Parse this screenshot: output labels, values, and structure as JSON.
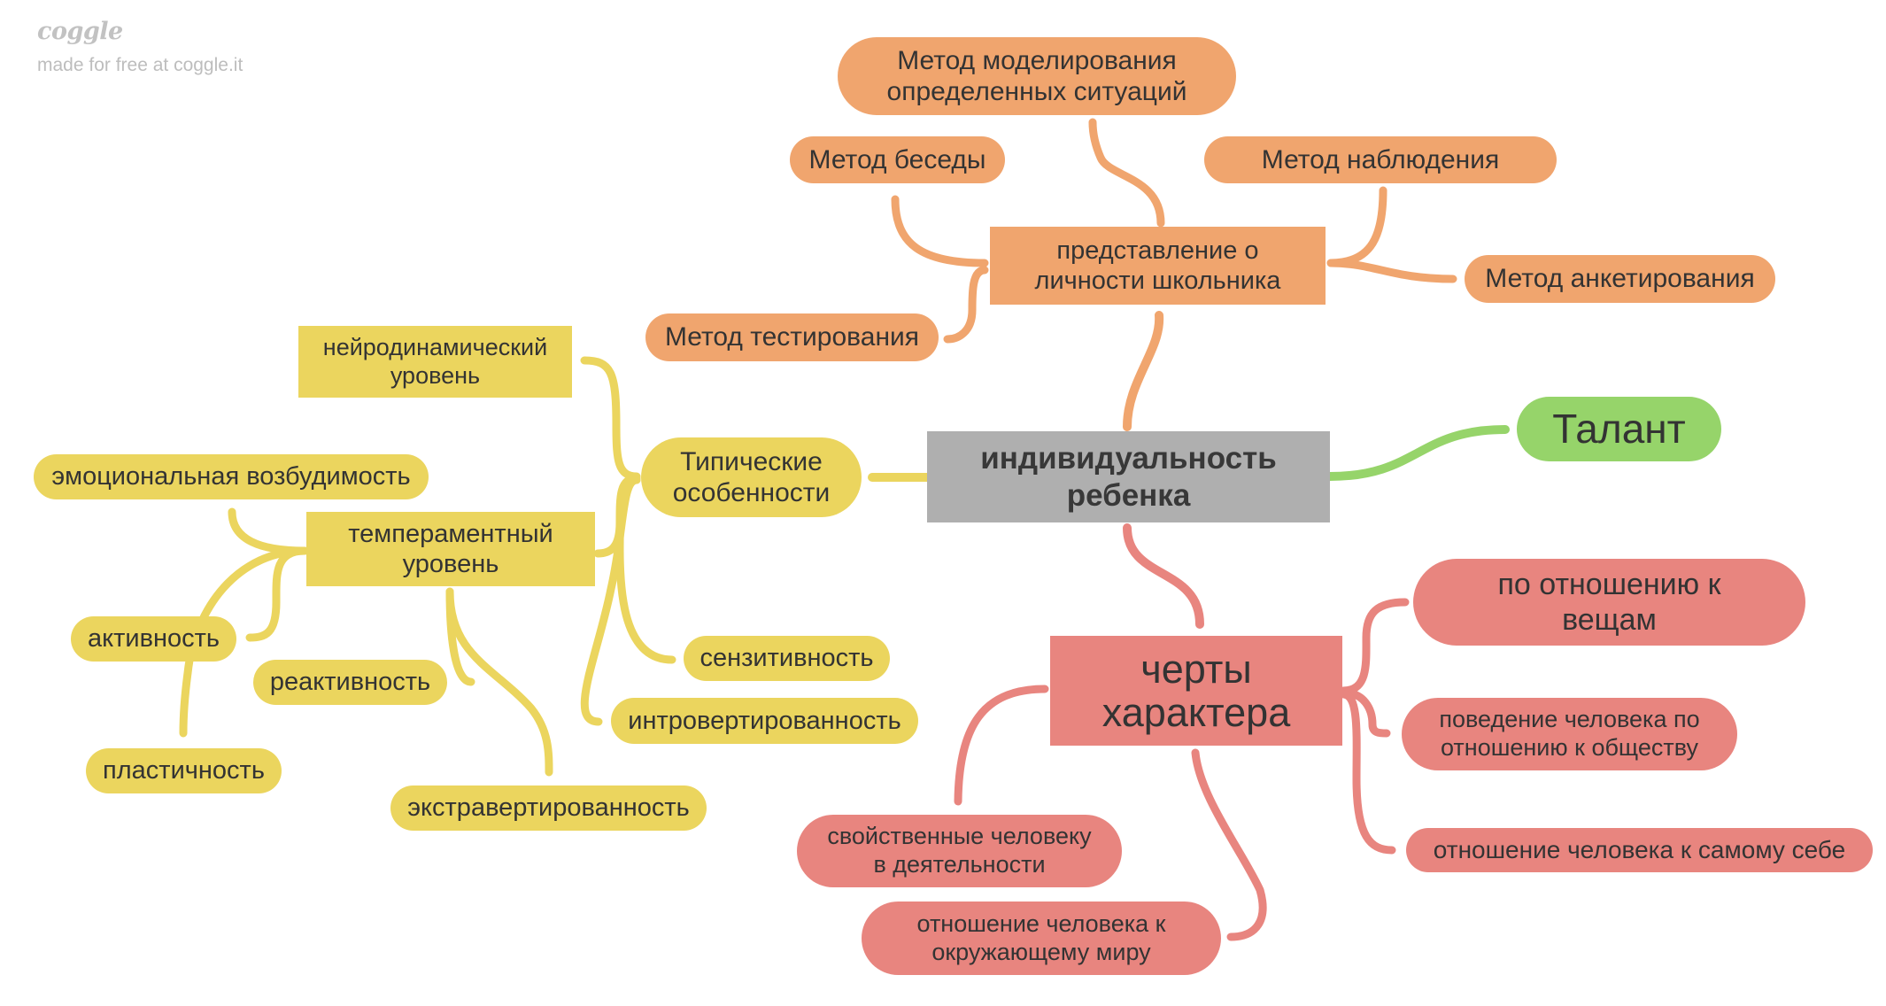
{
  "watermark": {
    "brand": "coggle",
    "made_by": "made for free at coggle.it"
  },
  "colors": {
    "orange": "#f0a56e",
    "yellow": "#ebd55e",
    "red": "#e8857f",
    "green": "#96d46a",
    "grey": "#afafaf",
    "orange_line": "#f0a56e",
    "yellow_line": "#ebd55e",
    "red_line": "#e8857f",
    "green_line": "#96d46a"
  },
  "nodes": {
    "center": "индивидуальность\nребенка",
    "talent": "Талант",
    "representation": "представление о\nличности школьника",
    "method_modeling": "Метод моделирования\nопределенных ситуаций",
    "method_conversation": "Метод беседы",
    "method_observation": "Метод наблюдения",
    "method_questionnaire": "Метод анкетирования",
    "method_testing": "Метод тестирования",
    "typical_features": "Типические\nособенности",
    "neurodynamic": "нейродинамический\nуровень",
    "temperament": "темпераментный\nуровень",
    "emotional_excitability": "эмоциональная возбудимость",
    "activity": "активность",
    "reactivity": "реактивность",
    "plasticity": "пластичность",
    "extraversion": "экстравертированность",
    "sensitivity": "сензитивность",
    "introversion": "интровертированность",
    "character_traits": "черты\nхарактера",
    "to_things": "по отношению к\nвещам",
    "to_society": "поведение человека по\nотношению к обществу",
    "to_self": "отношение человека к самому себе",
    "in_activity": "свойственные человеку\nв деятельности",
    "to_world": "отношение человека к\nокружающему миру"
  }
}
